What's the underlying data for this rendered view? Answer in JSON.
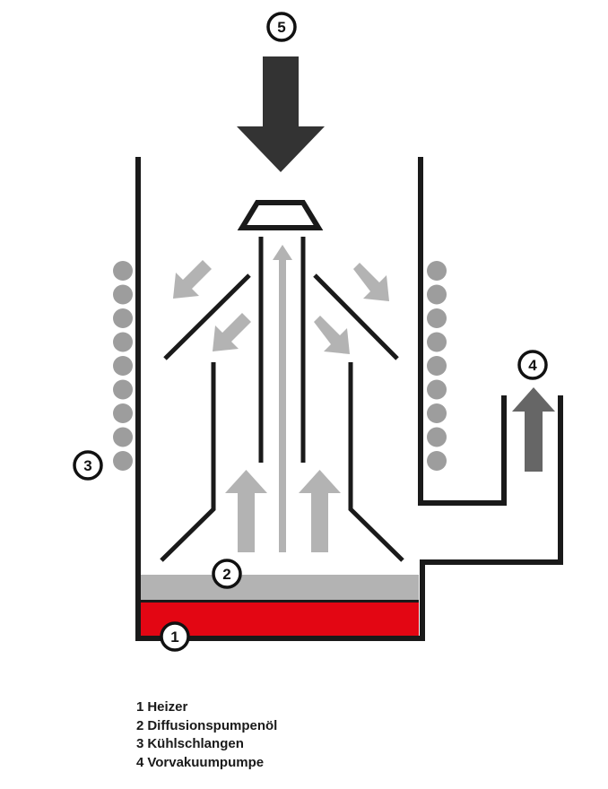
{
  "diagram": {
    "badges": [
      "1",
      "2",
      "3",
      "4",
      "5"
    ],
    "colors": {
      "outline": "#1a1a1a",
      "heater": "#e30613",
      "oil": "#b3b3b3",
      "arrow_vapor": "#b3b3b3",
      "arrow_intake": "#333333",
      "arrow_forevacuum": "#666666",
      "coils": "#9d9d9d"
    }
  },
  "legend": [
    {
      "number": "1",
      "label": "Heizer"
    },
    {
      "number": "2",
      "label": "Diffusionspumpenöl"
    },
    {
      "number": "3",
      "label": "Kühlschlangen"
    },
    {
      "number": "4",
      "label": "Vorvakuumpumpe"
    }
  ]
}
